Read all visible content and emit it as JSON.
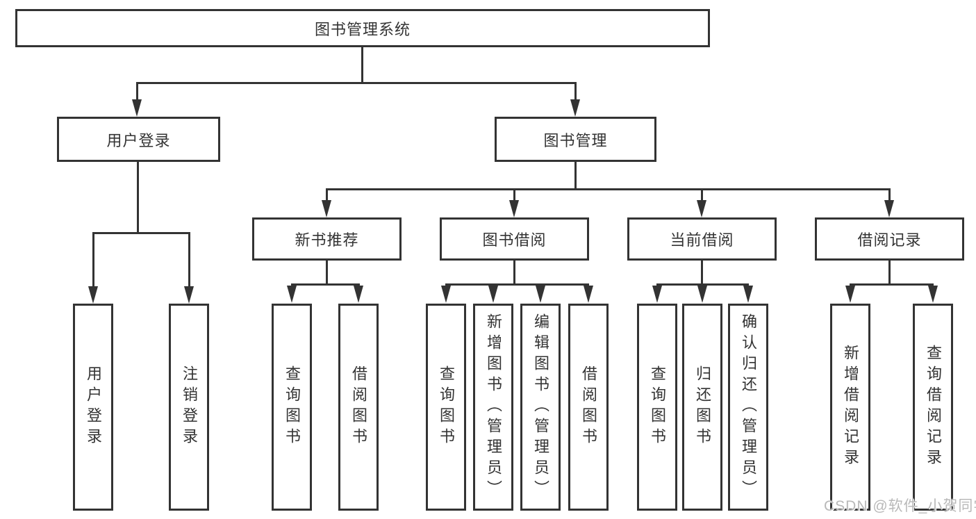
{
  "tree": {
    "root": {
      "label": "图书管理系统",
      "children": [
        {
          "label": "用户登录",
          "children": [
            {
              "label": "用户登录"
            },
            {
              "label": "注销登录"
            }
          ]
        },
        {
          "label": "图书管理",
          "children": [
            {
              "label": "新书推荐",
              "children": [
                {
                  "label": "查询图书"
                },
                {
                  "label": "借阅图书"
                }
              ]
            },
            {
              "label": "图书借阅",
              "children": [
                {
                  "label": "查询图书"
                },
                {
                  "label": "新增图书（管理员）"
                },
                {
                  "label": "编辑图书（管理员）"
                },
                {
                  "label": "借阅图书"
                }
              ]
            },
            {
              "label": "当前借阅",
              "children": [
                {
                  "label": "查询图书"
                },
                {
                  "label": "归还图书"
                },
                {
                  "label": "确认归还（管理员）"
                }
              ]
            },
            {
              "label": "借阅记录",
              "children": [
                {
                  "label": "新增借阅记录"
                },
                {
                  "label": "查询借阅记录"
                }
              ]
            }
          ]
        }
      ]
    }
  },
  "watermark": {
    "text": "CSDN @软件_小贺同学"
  },
  "colors": {
    "line": "#333333",
    "text": "#333333",
    "watermark": "#b9b9b9",
    "background": "#ffffff"
  }
}
